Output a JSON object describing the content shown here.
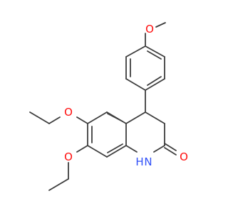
{
  "molecule": {
    "atoms": {
      "o_methoxy": {
        "symbol": "O",
        "color": "#ff0d0d"
      },
      "o_ethoxy_1": {
        "symbol": "O",
        "color": "#ff0d0d"
      },
      "o_ethoxy_2": {
        "symbol": "O",
        "color": "#ff0d0d"
      },
      "nh": {
        "symbol": "H",
        "color": "#3050f8"
      },
      "n": {
        "symbol": "N",
        "color": "#3050f8"
      },
      "o_carbonyl": {
        "symbol": "O",
        "color": "#ff0d0d"
      }
    },
    "bond_color": "#3d3d3d",
    "background": "#ffffff"
  }
}
